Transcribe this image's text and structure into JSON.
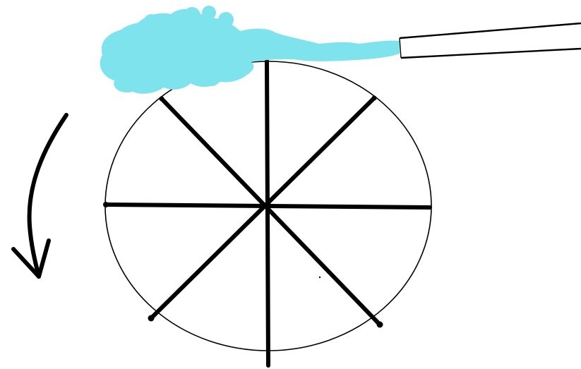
{
  "colors": {
    "background": "#ffffff",
    "ink": "#000000",
    "steam": "#7fe3ee"
  },
  "wheel": {
    "spoke_count": 8
  },
  "rotation": {
    "direction": "counterclockwise",
    "icon": "curved-arrow-down"
  },
  "pipe": {
    "emits": "steam"
  }
}
